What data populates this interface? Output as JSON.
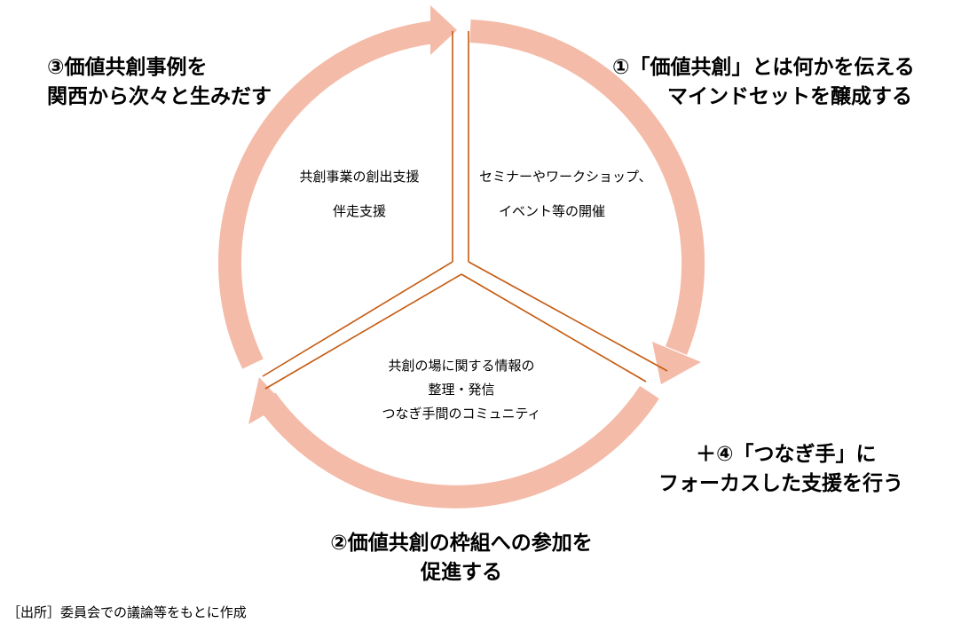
{
  "colors": {
    "arrow": "#f4bba8",
    "divider": "#c55a11",
    "text": "#000000"
  },
  "outer": {
    "top_left": {
      "line1": "③価値共創事例を",
      "line2": "関西から次々と生みだす"
    },
    "top_right": {
      "line1": "①「価値共創」とは何かを伝える",
      "line2": "マインドセットを醸成する"
    },
    "bottom_right": {
      "line1": "＋④「つなぎ手」に",
      "line2": "フォーカスした支援を行う"
    },
    "bottom_center": {
      "line1": "②価値共創の枠組への参加を",
      "line2": "促進する"
    }
  },
  "segments": {
    "left": {
      "line1": "共創事業の創出支援",
      "line2": "伴走支援"
    },
    "right": {
      "line1": "セミナーやワークショップ、",
      "line2": "イベント等の開催"
    },
    "bottom": {
      "line1": "共創の場に関する情報の",
      "line2": "整理・発信",
      "line3": "つなぎ手間のコミュニティ"
    }
  },
  "source": "［出所］委員会での議論等をもとに作成"
}
